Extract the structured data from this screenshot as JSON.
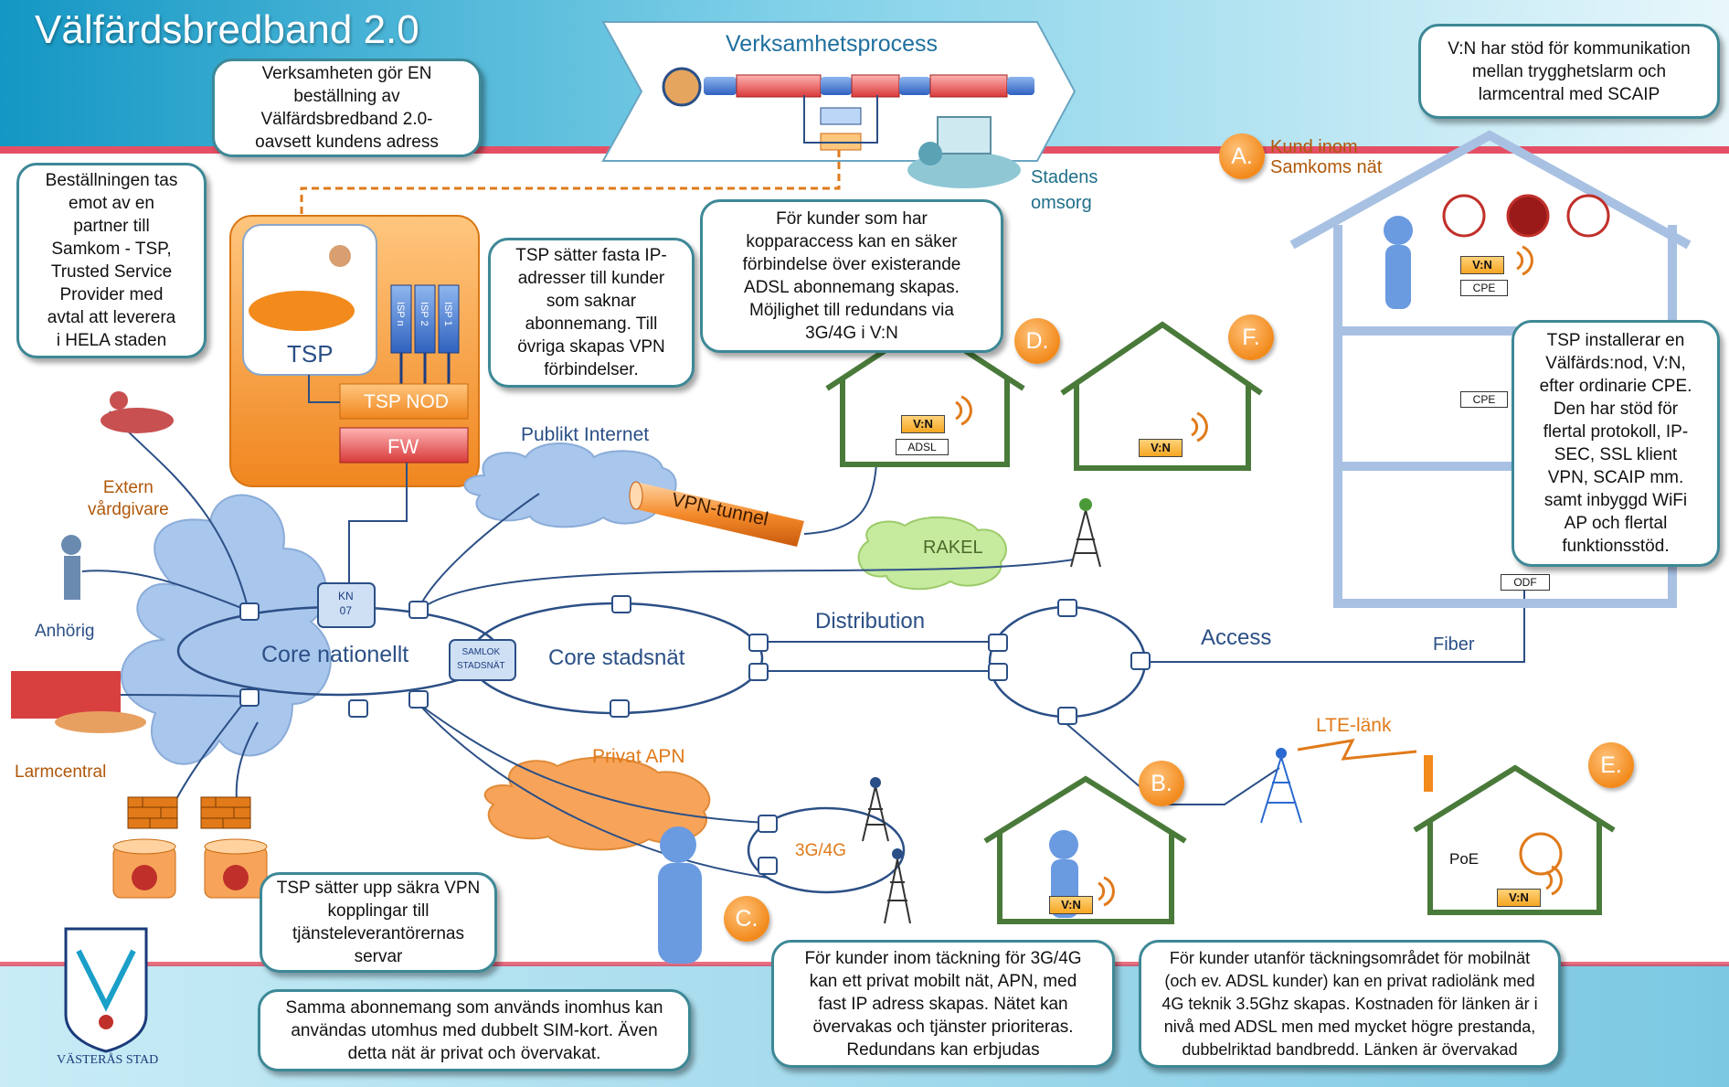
{
  "title": "Välfärdsbredband 2.0",
  "process_title": "Verksamhetsprocess",
  "callouts": {
    "bestallning_en": "Verksamheten gör EN\nbeställning av\nVälfärdsbredband 2.0-\noavsett kundens adress",
    "bestallning_emot": "Beställningen tas\nemot av en\npartner till\nSamkom - TSP,\nTrusted Service\nProvider med\navtal att leverera\ni HELA staden",
    "tsp_ip": "TSP sätter fasta IP-\nadresser till kunder\nsom saknar\nabonnemang. Till\növriga skapas VPN\nförbindelser.",
    "koppar": "För kunder som har\nkopparaccess kan en säker\nförbindelse över existerande\nADSL abonnemang skapas.\nMöjlighet till redundans via\n3G/4G i V:N",
    "scaip": "V:N har stöd för kommunikation\nmellan trygghetslarm och\nlarmcentral med SCAIP",
    "tsp_installerar": "TSP installerar en\nVälfärds:nod, V:N,\nefter ordinarie CPE.\nDen har stöd för\nflertal protokoll, IP-\nSEC, SSL klient\nVPN, SCAIP mm.\nsamt inbyggd WiFi\nAP och flertal\nfunktionsstöd.",
    "tsp_vpn": "TSP sätter upp säkra VPN\nkopplingar till\ntjänsteleverantörernas\nservar",
    "samma_abonnemang": "Samma abonnemang som används inomhus kan\nanvändas utomhus med dubbelt SIM-kort. Även\ndetta nät är privat och övervakat.",
    "apn": "För kunder inom täckning för 3G/4G\nkan ett privat mobilt nät, APN, med\nfast IP adress skapas. Nätet kan\növervakas och tjänster prioriteras.\nRedundans kan erbjudas",
    "utanfor": "För kunder utanför täckningsområdet för mobilnät\n(och ev. ADSL kunder) kan en privat radiolänk med\n4G teknik 3.5Ghz skapas. Kostnaden för länken är i\nnivå med ADSL men med mycket högre prestanda,\ndubbelriktad bandbredd. Länken är övervakad"
  },
  "labels": {
    "stadens_omsorg": "Stadens\nomsorg",
    "kund_samkom": "Kund inom\nSamkoms nät",
    "tsp": "TSP",
    "tsp_nod": "TSP NOD",
    "fw": "FW",
    "isp_n": "ISP n",
    "isp_2": "ISP 2",
    "isp_1": "ISP 1",
    "extern_vardgivare": "Extern\nvårdgivare",
    "anhorig": "Anhörig",
    "larmcentral": "Larmcentral",
    "publikt_internet": "Publikt Internet",
    "vpn_tunnel": "VPN-tunnel",
    "rakel": "RAKEL",
    "kn07": "KN\n07",
    "samlok": "SAMLOK\nSTADSNÄT",
    "core_nationellt": "Core nationellt",
    "core_stadsnat": "Core stadsnät",
    "distribution": "Distribution",
    "access": "Access",
    "fiber": "Fiber",
    "lte_lank": "LTE-länk",
    "privat_apn": "Privat APN",
    "g34": "3G/4G",
    "poe": "PoE",
    "vn": "V:N",
    "cpe": "CPE",
    "adsl": "ADSL",
    "odf": "ODF",
    "city": "VÄSTERÅS STAD"
  },
  "badges": {
    "a": "A.",
    "b": "B.",
    "c": "C.",
    "d": "D.",
    "e": "E.",
    "f": "F."
  },
  "colors": {
    "title_bar": "#1aa0c8",
    "network": "#2b4f86",
    "cloud_blue": "#a9c6ec",
    "callout_border": "#3d8896",
    "badge": "#f28a1c",
    "house": "#4a7a3a",
    "building": "#a8c1e3"
  }
}
